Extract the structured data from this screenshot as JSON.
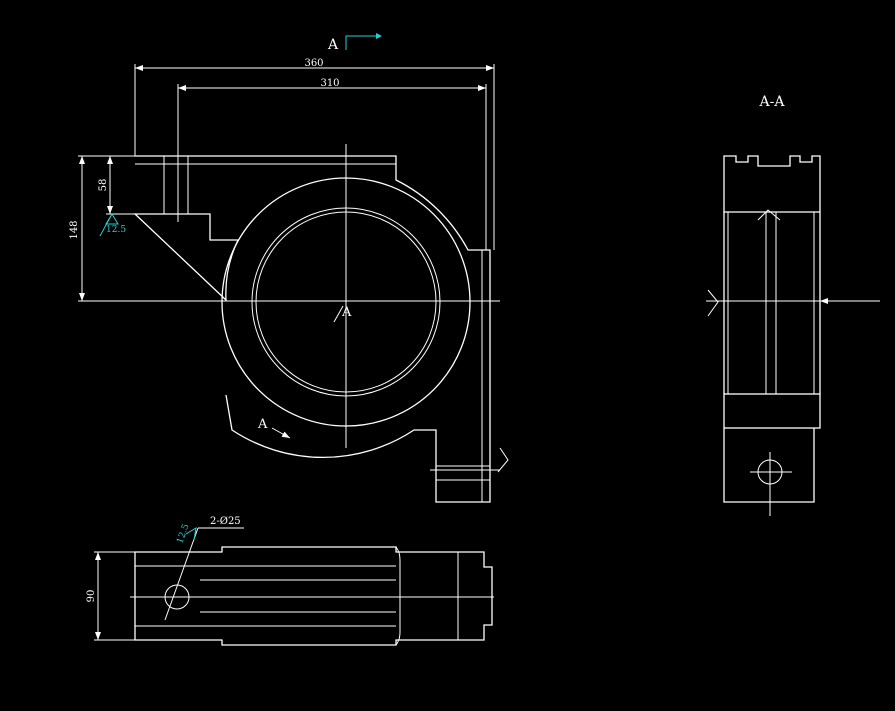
{
  "drawing": {
    "section_marker": "A",
    "section_marker_2": "A",
    "section_marker_3": "A",
    "section_title": "A-A",
    "dimensions": {
      "overall_width": "360",
      "inner_width": "310",
      "height_total": "148",
      "height_top": "58",
      "thickness": "90",
      "holes": "2-Ø25"
    },
    "roughness": {
      "top_left": "12.5",
      "bottom_left": "12.5"
    },
    "colors": {
      "background": "#000000",
      "lines": "#ffffff",
      "annotations": "#22d3d3"
    }
  }
}
